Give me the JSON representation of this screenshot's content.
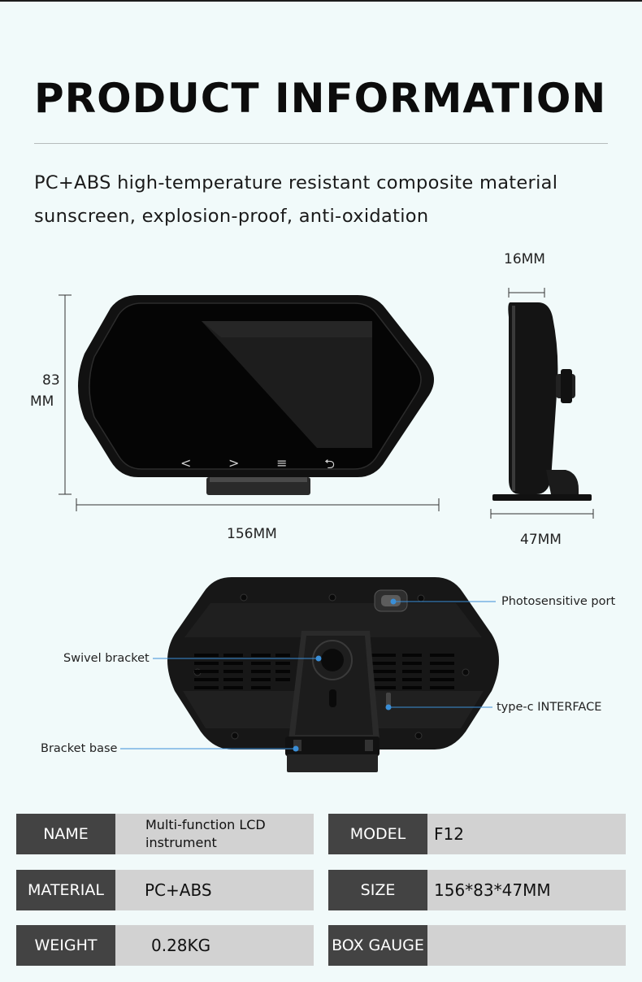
{
  "header": {
    "title": "PRODUCT INFORMATION",
    "description_line1": "PC+ABS high-temperature resistant composite material",
    "description_line2": "sunscreen, explosion-proof, anti-oxidation"
  },
  "dimensions": {
    "height_value": "83",
    "height_unit": "MM",
    "width": "156MM",
    "thickness": "16MM",
    "depth": "47MM"
  },
  "screen_buttons": [
    "<",
    ">",
    "≡",
    "⮌"
  ],
  "callouts": {
    "photosensitive_port": "Photosensitive port",
    "swivel_bracket": "Swivel bracket",
    "type_c_interface": "type-c INTERFACE",
    "bracket_base": "Bracket base"
  },
  "specs": {
    "name_label": "NAME",
    "name_value": "Multi-function LCD instrument",
    "model_label": "MODEL",
    "model_value": "F12",
    "material_label": "MATERIAL",
    "material_value": "PC+ABS",
    "size_label": "SIZE",
    "size_value": "156*83*47MM",
    "weight_label": "WEIGHT",
    "weight_value": "0.28KG",
    "box_gauge_label": "BOX GAUGE",
    "box_gauge_value": ""
  },
  "colors": {
    "background": "#f1fafa",
    "label_cell": "#434343",
    "value_cell": "#d2d2d2",
    "callout_line": "#3a8fd8"
  }
}
